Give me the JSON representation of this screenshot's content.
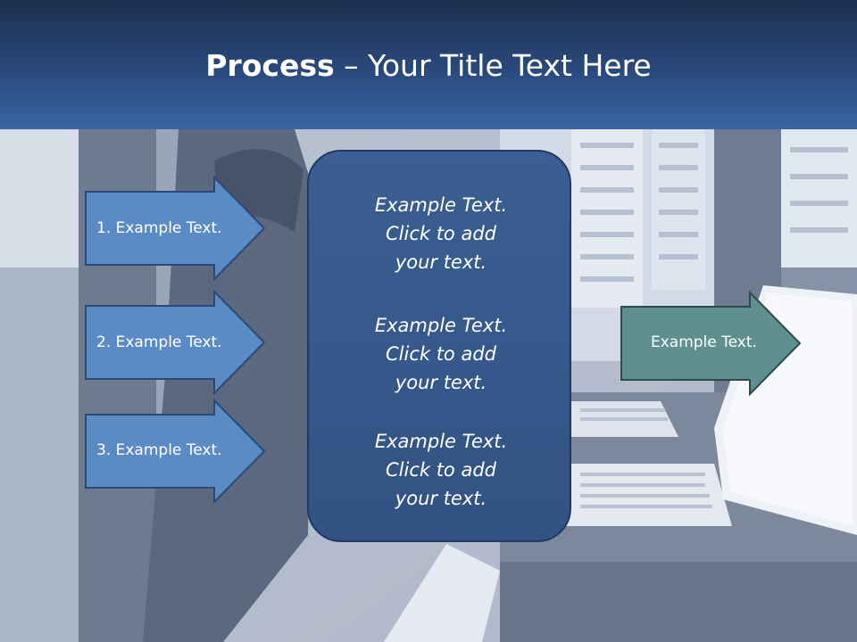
{
  "slide": {
    "title_bold": "Process",
    "title_rest": " – Your Title Text Here"
  },
  "input_arrows": [
    {
      "label": "1. Example Text."
    },
    {
      "label": "2. Example Text."
    },
    {
      "label": "3. Example Text."
    }
  ],
  "center_box": {
    "items": [
      {
        "text": "Example Text.\nClick  to add\nyour text."
      },
      {
        "text": "Example Text.\nClick  to add\nyour text."
      },
      {
        "text": "Example Text.\nClick  to add\nyour text."
      }
    ]
  },
  "output_arrow": {
    "label": "Example Text."
  },
  "colors": {
    "title_bar_top": "#1e2f4f",
    "title_bar_bottom": "#3a64a3",
    "input_arrow_fill": "#5b8bc5",
    "output_arrow_fill": "#5f8f8f",
    "center_box_fill": "#34568a"
  }
}
